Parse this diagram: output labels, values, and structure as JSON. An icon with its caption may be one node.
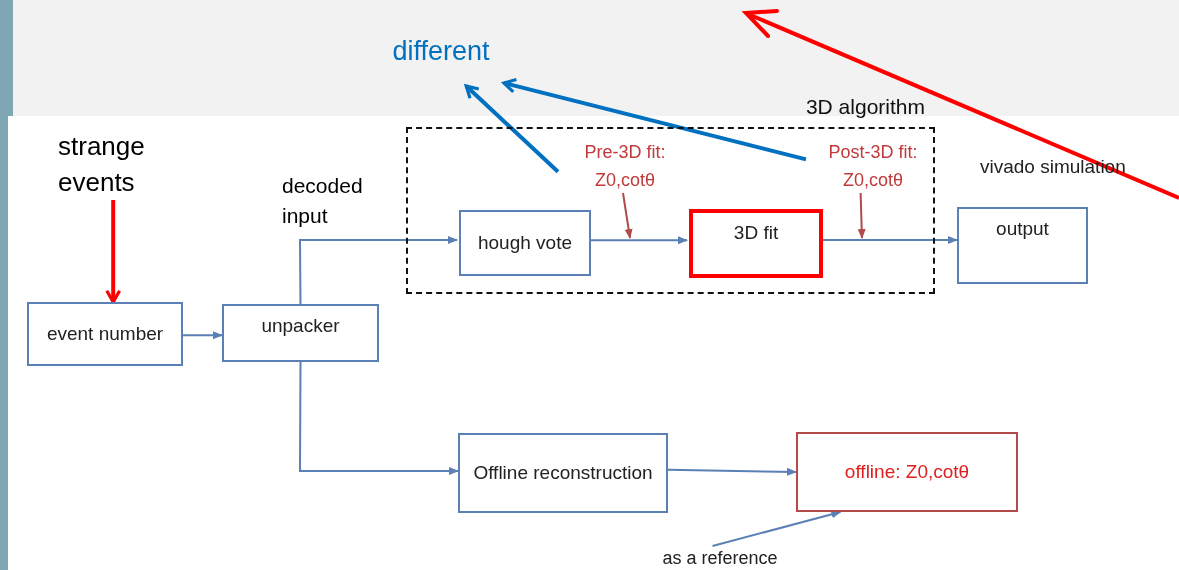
{
  "diagram": {
    "nodes": [
      {
        "text": [
          "event number"
        ]
      },
      {
        "text": [
          "unpacker"
        ]
      },
      {
        "text": [
          "3D algorithm"
        ]
      },
      {
        "text": [
          "hough vote"
        ],
        "in": 2
      },
      {
        "text": [
          "3D fit"
        ],
        "in": 2
      },
      {
        "text": [
          "output"
        ]
      },
      {
        "text": [
          "Offline reconstruction"
        ]
      },
      {
        "text": [
          "offline: Z0,cotθ"
        ]
      },
      {
        "text": [
          "strange events"
        ]
      },
      {
        "text": [
          "Pre-3D fit: Z0,cotθ"
        ],
        "in": 2
      },
      {
        "text": [
          "Post-3D fit: Z0,cotθ"
        ],
        "in": 2
      },
      {
        "text": [
          "different"
        ]
      },
      {
        "text": [
          "as a reference"
        ]
      }
    ],
    "edges": [
      {
        "from": 8,
        "to": 0,
        "arrow": "to",
        "style": "thick",
        "color": "#ff0000"
      },
      {
        "from": 0,
        "to": 1,
        "arrow": "to"
      },
      {
        "from": 1,
        "to": 3,
        "arrow": "to"
      },
      {
        "from": 3,
        "to": 4,
        "arrow": "to"
      },
      {
        "from": 4,
        "to": 5,
        "arrow": "to"
      },
      {
        "from": 1,
        "to": 6,
        "arrow": "to"
      },
      {
        "from": 6,
        "to": 7,
        "arrow": "to"
      },
      {
        "from": 9,
        "to": 11,
        "arrow": "to",
        "style": "thick",
        "color": "#0070c0"
      },
      {
        "from": 10,
        "to": 11,
        "arrow": "to",
        "style": "thick",
        "color": "#0070c0"
      },
      {
        "from": 9,
        "to": null,
        "arrow": "to",
        "color": "#b04c4c"
      },
      {
        "from": 10,
        "to": null,
        "arrow": "to",
        "color": "#b04c4c"
      },
      {
        "from": 12,
        "to": 7,
        "arrow": "to"
      }
    ],
    "labels": [
      "decoded input",
      "vivado simulation"
    ]
  }
}
